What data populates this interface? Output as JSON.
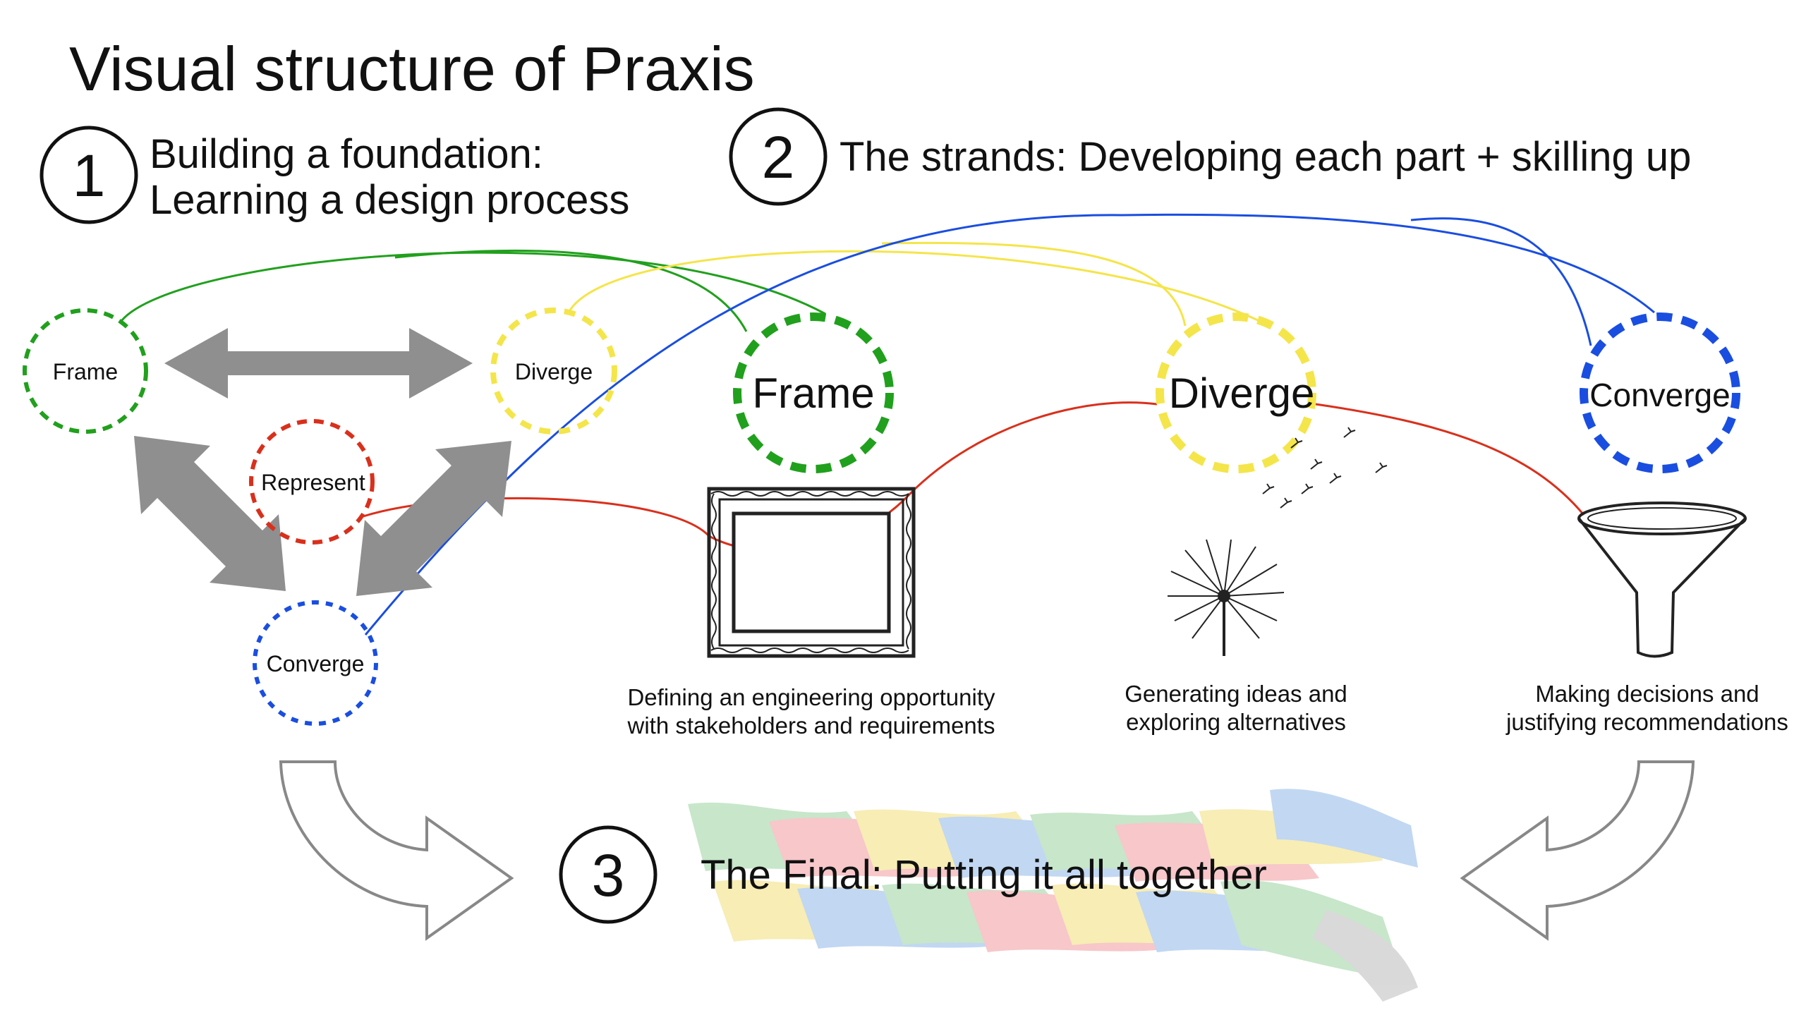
{
  "title": "Visual structure of Praxis",
  "steps": [
    {
      "number": "1",
      "lines": [
        "Building a foundation:",
        "Learning a design process"
      ]
    },
    {
      "number": "2",
      "text": "The strands: Developing each part + skilling up"
    },
    {
      "number": "3",
      "text": "The Final: Putting it all together"
    }
  ],
  "process_cycle": {
    "nodes": [
      "Frame",
      "Diverge",
      "Represent",
      "Converge"
    ]
  },
  "strands": [
    {
      "label": "Frame",
      "caption": [
        "Defining an engineering opportunity",
        "with stakeholders and requirements"
      ],
      "icon": "picture-frame-icon"
    },
    {
      "label": "Diverge",
      "caption": [
        "Generating ideas and",
        "exploring alternatives"
      ],
      "icon": "dandelion-icon"
    },
    {
      "label": "Converge",
      "caption": [
        "Making decisions and",
        "justifying recommendations"
      ],
      "icon": "funnel-icon"
    }
  ],
  "colors": {
    "frame": "#21a01d",
    "diverge": "#f4e54a",
    "represent": "#d9301c",
    "converge": "#1a4ee0",
    "arrow": "#8f8f8f"
  }
}
